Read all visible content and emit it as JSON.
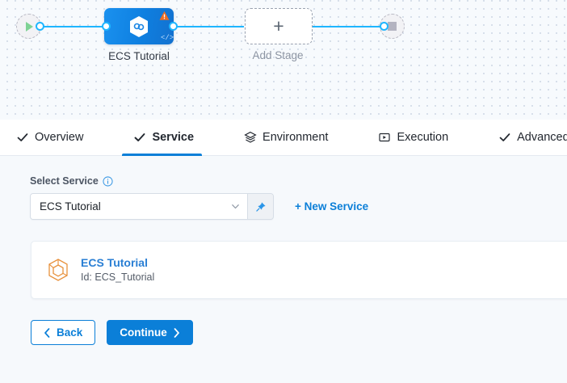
{
  "pipeline": {
    "start_node": {
      "icon": "play-icon",
      "name": "start-node"
    },
    "end_node": {
      "icon": "stop-icon",
      "name": "end-node"
    },
    "stage": {
      "label": "ECS Tutorial",
      "icon": "harness-hexagon-icon",
      "warning_icon": "warning-triangle-icon",
      "code_icon": "code-icon"
    },
    "add_stage": {
      "label": "Add Stage",
      "icon": "plus-icon"
    }
  },
  "tabs": [
    {
      "label": "Overview",
      "icon": "check-icon",
      "active": false
    },
    {
      "label": "Service",
      "icon": "check-icon",
      "active": true
    },
    {
      "label": "Environment",
      "icon": "layers-icon",
      "active": false
    },
    {
      "label": "Execution",
      "icon": "play-box-icon",
      "active": false
    },
    {
      "label": "Advanced",
      "icon": "check-icon",
      "active": false
    }
  ],
  "service_form": {
    "label": "Select Service",
    "info_icon": "info-icon",
    "selected_value": "ECS Tutorial",
    "dropdown_icon": "chevron-down-icon",
    "pin_icon": "pin-icon",
    "new_service_label": "+ New Service"
  },
  "service_card": {
    "icon": "cube-hexagon-icon",
    "title": "ECS Tutorial",
    "subtitle": "Id: ECS_Tutorial"
  },
  "footer": {
    "back_label": "Back",
    "continue_label": "Continue",
    "back_icon": "chevron-left-icon",
    "continue_icon": "chevron-right-icon"
  },
  "colors": {
    "accent_blue": "#0b7fd8",
    "wire_blue": "#1fb6ff",
    "warning_orange": "#f06c20",
    "service_icon_orange": "#e8913c",
    "canvas_bg": "#f7fafd",
    "page_bg": "#f6f9fc"
  }
}
